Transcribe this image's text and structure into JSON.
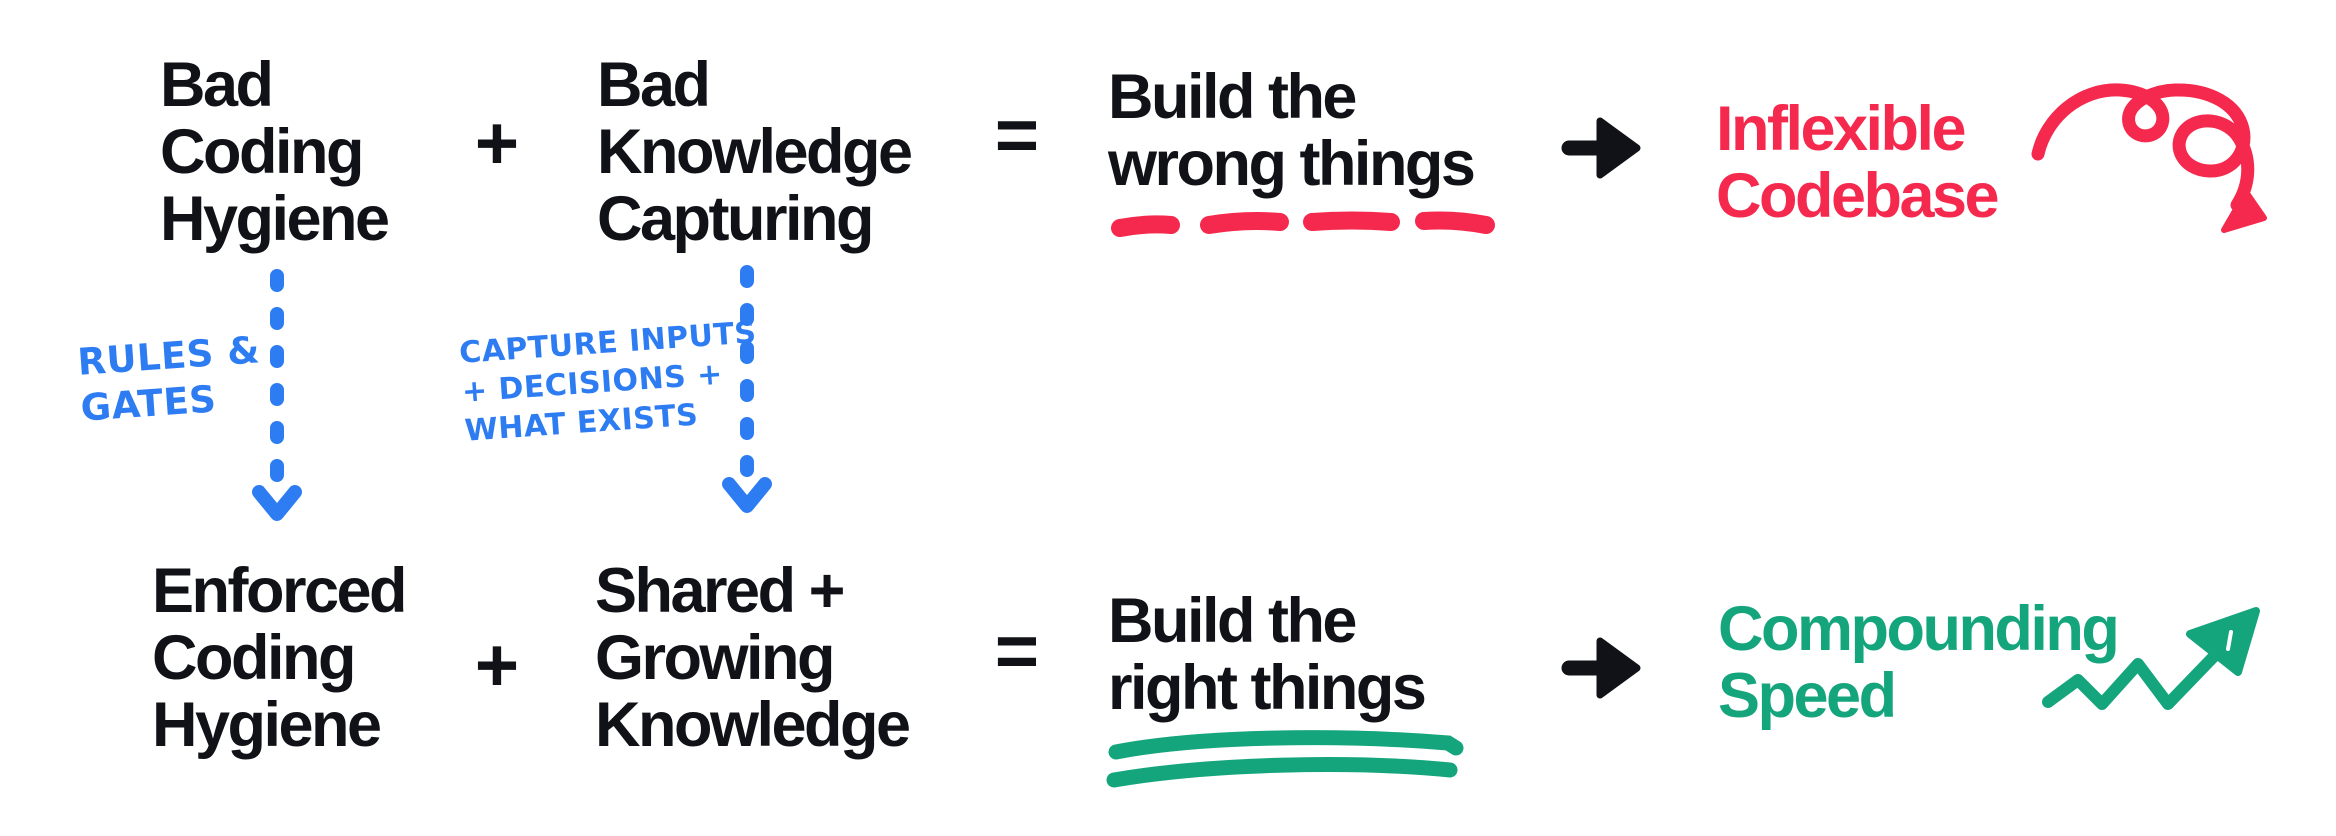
{
  "colors": {
    "ink": "#101217",
    "red": "#F5294E",
    "green": "#15A57D",
    "blue": "#2E7CF2",
    "bg": "#ffffff"
  },
  "top_row": {
    "term1": "Bad\nCoding\nHygiene",
    "plus": "+",
    "term2": "Bad\nKnowledge\nCapturing",
    "equals": "=",
    "result": "Build the\nwrong things",
    "outcome": "Inflexible\nCodebase"
  },
  "bottom_row": {
    "term1": "Enforced\nCoding\nHygiene",
    "plus": "+",
    "term2": "Shared +\nGrowing\nKnowledge",
    "equals": "=",
    "result": "Build the\nright things",
    "outcome": "Compounding\nSpeed"
  },
  "transforms": {
    "left_label": "RULES &\nGATES",
    "right_label": "CAPTURE INPUTS\n+ DECISIONS +\nWHAT EXISTS"
  },
  "icons": {
    "top_flow_arrow": "right-arrow",
    "bottom_flow_arrow": "right-arrow",
    "left_transform_arrow": "dashed-down-arrow",
    "right_transform_arrow": "dashed-down-arrow",
    "wrong_things_marking": "red-dashed-underline",
    "right_things_marking": "green-double-underline",
    "inflexible_doodle": "squiggle-loop-arrow",
    "compounding_doodle": "zigzag-up-arrow"
  }
}
